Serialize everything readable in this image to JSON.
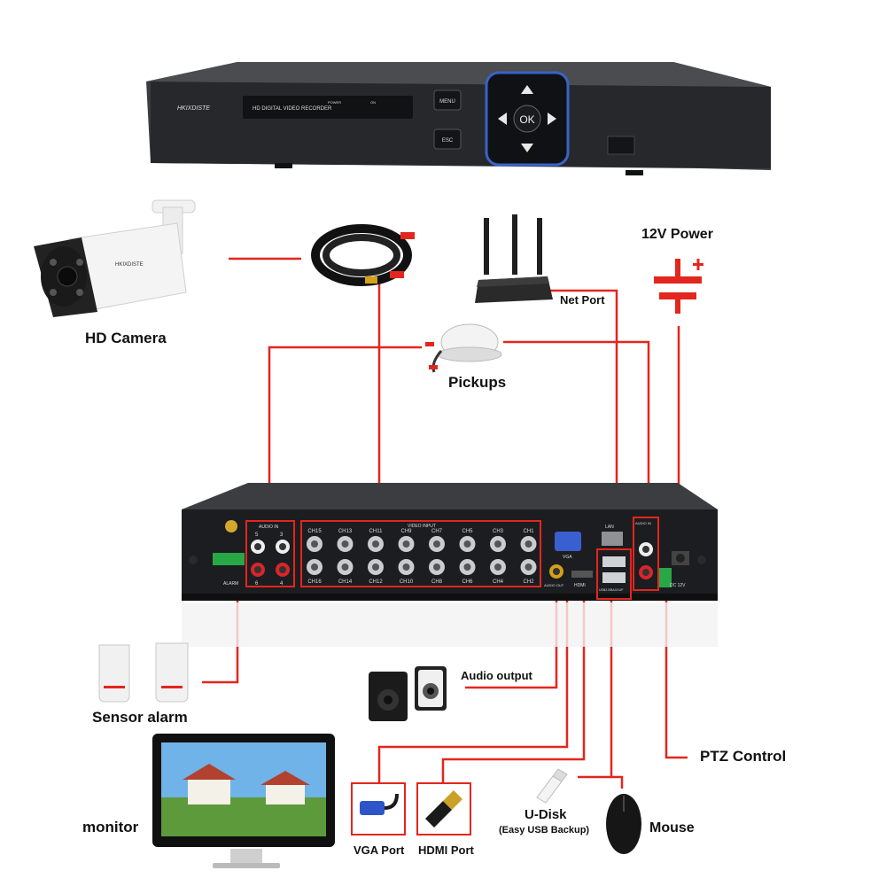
{
  "colors": {
    "wire": "#e3261e",
    "device": "#2b2d31",
    "panel": "#1c1d20",
    "highlight": "#e3261e"
  },
  "dvr_front": {
    "brand": "HKIXDISTE",
    "model_text": "HD DIGITAL VIDEO RECORDER",
    "power_text": "POWER",
    "on_text": "ON",
    "menu_label": "MENU",
    "esc_label": "ESC",
    "ok_label": "OK"
  },
  "labels": {
    "hd_camera": "HD Camera",
    "power_12v": "12V Power",
    "net_port": "Net Port",
    "pickups": "Pickups",
    "sensor_alarm": "Sensor alarm",
    "audio_output": "Audio output",
    "ptz_control": "PTZ Control",
    "monitor": "monitor",
    "vga_port": "VGA Port",
    "hdmi_port": "HDMI Port",
    "u_disk": "U-Disk",
    "u_disk_sub": "(Easy USB Backup)",
    "mouse": "Mouse"
  },
  "dvr_back": {
    "audio_in": "AUDIO IN",
    "audio_in_right": "AUDIO IN",
    "video_input": "VIDEO INPUT",
    "channels_top": [
      "CH15",
      "CH13",
      "CH11",
      "CH9",
      "CH7",
      "CH5",
      "CH3",
      "CH1"
    ],
    "channels_bottom": [
      "CH16",
      "CH14",
      "CH12",
      "CH10",
      "CH8",
      "CH6",
      "CH4",
      "CH2"
    ],
    "audio_nums_top": [
      "5",
      "3"
    ],
    "audio_nums_bottom": [
      "6",
      "4"
    ],
    "vga": "VGA",
    "lan": "LAN",
    "audio_out": "AUDIO OUT",
    "hdmi": "HDMI",
    "alarm": "ALARM",
    "dc": "DC 12V",
    "usb_note": "USB2.0/BACKUP"
  },
  "camera_brand": "HKIXDISTE"
}
